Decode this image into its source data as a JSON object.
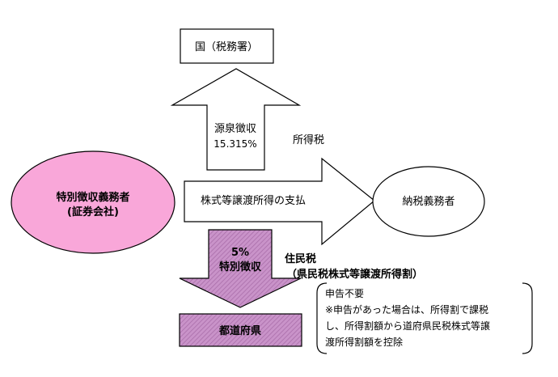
{
  "nodes": {
    "tax_office": "国（税務署）",
    "withholding_agent": [
      "特別徴収義務者",
      "(証券会社)"
    ],
    "taxpayer": "納税義務者",
    "prefecture": "都道府県"
  },
  "arrows": {
    "withholding": [
      "源泉徴収",
      "15.315%"
    ],
    "payment": "株式等譲渡所得の支払",
    "special_collection": [
      "5%",
      "特別徴収"
    ]
  },
  "labels": {
    "income_tax": "所得税",
    "resident_tax": "住民税",
    "resident_tax_detail": "（県民税株式等譲渡所得割）"
  },
  "note": {
    "lines": [
      "申告不要",
      "※申告があった場合は、所得割で課税",
      "し、所得割額から道府県民税株式等譲",
      "渡所得割額を控除"
    ]
  },
  "colors": {
    "pink": "#f9a7d9",
    "hatch": "#c993c9",
    "hatch_line": "#a86ca8",
    "line": "#000000"
  }
}
